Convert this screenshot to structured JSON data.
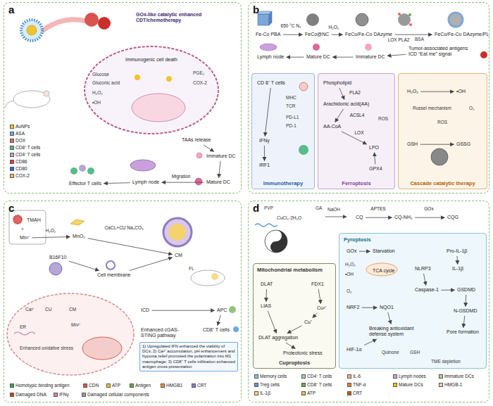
{
  "diagram": {
    "nodes": [
      {
        "text": [
          "a"
        ]
      },
      {
        "text": [
          "GOx-like catalytic enhanced CDT/chemotherapy"
        ],
        "in": 0
      },
      {
        "text": [
          "Immunogenic cell death"
        ],
        "in": 0
      },
      {
        "text": [
          "TAAs release"
        ],
        "in": 0
      },
      {
        "text": [
          "Immature DC"
        ],
        "in": 0
      },
      {
        "text": [
          "Mature DC"
        ],
        "in": 0
      },
      {
        "text": [
          "Lymph node"
        ],
        "in": 0
      },
      {
        "text": [
          "Effector T cells"
        ],
        "in": 0
      },
      {
        "text": [
          "b"
        ]
      },
      {
        "text": [
          "Fe-Co PBA"
        ],
        "in": 8
      },
      {
        "text": [
          "FeCo@NC"
        ],
        "in": 8
      },
      {
        "text": [
          "FeCo/Fe-Co DAzyme"
        ],
        "in": 8
      },
      {
        "text": [
          "FeCo/Fe-Co DAzyme/PL"
        ],
        "in": 8
      },
      {
        "text": [
          "Tumor-associated antigens",
          "ICD “Eat me” signal"
        ],
        "in": 8
      },
      {
        "text": [
          "Immature DC"
        ],
        "in": 8
      },
      {
        "text": [
          "Mature DC"
        ],
        "in": 8
      },
      {
        "text": [
          "Lymph node"
        ],
        "in": 8
      },
      {
        "text": [
          "Immunotherapy"
        ],
        "in": 8
      },
      {
        "text": [
          "CD 8⁺ T cells"
        ],
        "in": 17
      },
      {
        "text": [
          "IFNγ"
        ],
        "in": 17
      },
      {
        "text": [
          "IRF1"
        ],
        "in": 17
      },
      {
        "text": [
          "Ferroptosis"
        ],
        "in": 8
      },
      {
        "text": [
          "Phospholipid"
        ],
        "in": 21
      },
      {
        "text": [
          "Arachidonic acid(AA)"
        ],
        "in": 21
      },
      {
        "text": [
          "AA-CoA"
        ],
        "in": 21
      },
      {
        "text": [
          "LPO"
        ],
        "in": 21
      },
      {
        "text": [
          "GPX4"
        ],
        "in": 21
      },
      {
        "text": [
          "Cascade catalytic therapy"
        ],
        "in": 8
      },
      {
        "text": [
          "H₂O₂"
        ],
        "in": 27
      },
      {
        "text": [
          "•OH"
        ],
        "in": 27
      },
      {
        "text": [
          "GSH"
        ],
        "in": 27
      },
      {
        "text": [
          "GSSG"
        ],
        "in": 27
      },
      {
        "text": [
          "c"
        ]
      },
      {
        "text": [
          "TMAH"
        ],
        "in": 32
      },
      {
        "text": [
          "Mn²⁺"
        ],
        "in": 32
      },
      {
        "text": [
          "MnO₂"
        ],
        "in": 32
      },
      {
        "text": [
          "B16F10"
        ],
        "in": 32
      },
      {
        "text": [
          "Cell membrane"
        ],
        "in": 32
      },
      {
        "text": [
          "CM"
        ],
        "in": 32
      },
      {
        "text": [
          "ICD"
        ],
        "in": 32
      },
      {
        "text": [
          "APC"
        ],
        "in": 32
      },
      {
        "text": [
          "CD8⁺ T cells"
        ],
        "in": 32
      },
      {
        "text": [
          "1) Upregulated IFN enhanced the viability of DCs; 2) Ca²⁺ accumulation, pH enhancement and hypoxia relief promoted the polarization into M1 macrophage; 3) CD8⁺ T cells infiltration enhanced antigen cross-presentation"
        ],
        "in": 32
      },
      {
        "text": [
          "Enhanced cGAS-STING pathway"
        ],
        "in": 32
      },
      {
        "text": [
          "d"
        ]
      },
      {
        "text": [
          "CQ"
        ],
        "in": 44
      },
      {
        "text": [
          "CQ-NH₂"
        ],
        "in": 44
      },
      {
        "text": [
          "CQG"
        ],
        "in": 44
      },
      {
        "text": [
          "Mitochondrial metabolism",
          "Cuproptosis"
        ],
        "in": 44
      },
      {
        "text": [
          "DLAT"
        ],
        "in": 48
      },
      {
        "text": [
          "LIAS"
        ],
        "in": 48
      },
      {
        "text": [
          "FDX1"
        ],
        "in": 48
      },
      {
        "text": [
          "Cu²⁺"
        ],
        "in": 48
      },
      {
        "text": [
          "Cu⁺"
        ],
        "in": 48
      },
      {
        "text": [
          "DLAT aggregation"
        ],
        "in": 48
      },
      {
        "text": [
          "Proteotoxic stress"
        ],
        "in": 48
      },
      {
        "text": [
          "Pyroptosis"
        ],
        "in": 44
      },
      {
        "text": [
          "GOx"
        ],
        "in": 56
      },
      {
        "text": [
          "Starvation"
        ],
        "in": 56
      },
      {
        "text": [
          "TCA cycle"
        ],
        "in": 56
      },
      {
        "text": [
          "NLRP3"
        ],
        "in": 56
      },
      {
        "text": [
          "Caspase-1"
        ],
        "in": 56
      },
      {
        "text": [
          "Pro-IL-1β"
        ],
        "in": 56
      },
      {
        "text": [
          "IL-1β"
        ],
        "in": 56
      },
      {
        "text": [
          "GSDMD"
        ],
        "in": 56
      },
      {
        "text": [
          "N-GSDMD"
        ],
        "in": 56
      },
      {
        "text": [
          "Pore formation"
        ],
        "in": 56
      },
      {
        "text": [
          "NRF2"
        ],
        "in": 56
      },
      {
        "text": [
          "NQO1"
        ],
        "in": 56
      },
      {
        "text": [
          "Breaking antioxidant defense system"
        ],
        "in": 56
      },
      {
        "text": [
          "HIF-1α"
        ],
        "in": 56
      }
    ],
    "edges": [
      {
        "from": 3,
        "to": 4,
        "arrow": "to"
      },
      {
        "from": 4,
        "to": 5,
        "arrow": "to"
      },
      {
        "from": 5,
        "to": 6,
        "label": "Migration",
        "arrow": "to"
      },
      {
        "from": 6,
        "to": 7,
        "arrow": "to"
      },
      {
        "from": 9,
        "to": 10,
        "label": "650 °C N₂",
        "arrow": "to"
      },
      {
        "from": 10,
        "to": 11,
        "label": "H₂O₂",
        "arrow": "to"
      },
      {
        "from": 11,
        "to": 12,
        "label": "LOX PLA2",
        "arrow": "to"
      },
      {
        "from": 13,
        "to": 14,
        "arrow": "to"
      },
      {
        "from": 14,
        "to": 15,
        "arrow": "to"
      },
      {
        "from": 15,
        "to": 16,
        "arrow": "to"
      },
      {
        "from": 18,
        "to": 19,
        "arrow": "to"
      },
      {
        "from": 19,
        "to": 20,
        "arrow": "to"
      },
      {
        "from": 22,
        "to": 23,
        "label": "PLA2",
        "arrow": "to"
      },
      {
        "from": 23,
        "to": 24,
        "label": "ACSL4",
        "arrow": "to"
      },
      {
        "from": 24,
        "to": 25,
        "label": "LOX",
        "arrow": "to"
      },
      {
        "from": 26,
        "to": 25,
        "arrow": "to"
      },
      {
        "from": 28,
        "to": 29,
        "arrow": "to"
      },
      {
        "from": 30,
        "to": 31,
        "arrow": "to"
      },
      {
        "from": 34,
        "to": 35,
        "label": "H₂O₂",
        "arrow": "to"
      },
      {
        "from": 35,
        "to": 38,
        "label": "CaCl₂+CU Na₂CO₃",
        "arrow": "to"
      },
      {
        "from": 36,
        "to": 37,
        "arrow": "to"
      },
      {
        "from": 37,
        "to": 38,
        "arrow": "to"
      },
      {
        "from": 39,
        "to": 40,
        "arrow": "to"
      },
      {
        "from": 40,
        "to": 41,
        "arrow": "to"
      },
      {
        "from": 45,
        "to": 46,
        "label": "APTES",
        "arrow": "to"
      },
      {
        "from": 46,
        "to": 47,
        "label": "GOx",
        "arrow": "to"
      },
      {
        "from": 49,
        "to": 50,
        "arrow": "to"
      },
      {
        "from": 50,
        "to": 54,
        "arrow": "to"
      },
      {
        "from": 51,
        "to": 52,
        "arrow": "to"
      },
      {
        "from": 52,
        "to": 53,
        "arrow": "to"
      },
      {
        "from": 53,
        "to": 54,
        "arrow": "to"
      },
      {
        "from": 54,
        "to": 55,
        "arrow": "to"
      },
      {
        "from": 57,
        "to": 58,
        "arrow": "to"
      },
      {
        "from": 60,
        "to": 61,
        "arrow": "to"
      },
      {
        "from": 61,
        "to": 64,
        "arrow": "to"
      },
      {
        "from": 64,
        "to": 65,
        "arrow": "to"
      },
      {
        "from": 65,
        "to": 66,
        "arrow": "to"
      },
      {
        "from": 62,
        "to": 63,
        "arrow": "to"
      },
      {
        "from": 67,
        "to": 68,
        "arrow": "to"
      },
      {
        "from": 68,
        "to": 69,
        "arrow": "to"
      },
      {
        "from": 70,
        "to": 69,
        "arrow": "to"
      }
    ],
    "labels": [
      "Glucose",
      "Gluconic acid",
      "H₂O₂",
      "•OH",
      "PGE₂",
      "COX-2",
      "BSA",
      "MHC",
      "TCR",
      "PD-L1",
      "PD-1",
      "ROS",
      "Russel mechanism",
      "O₂",
      "ROS",
      "+",
      "Ca²⁺",
      "CU",
      "CM",
      "ER",
      "Mn²⁺",
      "Enhanced oxidative stress",
      "FL",
      "PVP",
      "GA",
      "CuCl₂·2H₂O",
      "NaOH",
      "H₂O₂",
      "•OH",
      "O₂",
      "Quinone",
      "GSH",
      "TME depletion"
    ],
    "legend": [
      {
        "text": "AuNPs",
        "color": "#f2c230"
      },
      {
        "text": "ASA",
        "color": "#6fa8dc"
      },
      {
        "text": "DOX",
        "color": "#e06666"
      },
      {
        "text": "CD8⁺ T cells",
        "color": "#57bb8a"
      },
      {
        "text": "CD4⁺ T cells",
        "color": "#b4a7d6"
      },
      {
        "text": "CD86",
        "color": "#e53935"
      },
      {
        "text": "CD80",
        "color": "#3d5afe"
      },
      {
        "text": "COX-2",
        "color": "#f6b26b"
      },
      {
        "text": "Homotypic binding antigen",
        "color": "#38a169"
      },
      {
        "text": "CDN",
        "color": "#d9534f"
      },
      {
        "text": "ATP",
        "color": "#f1c232"
      },
      {
        "text": "Antigen",
        "color": "#6aa84f"
      },
      {
        "text": "HMGB1",
        "color": "#e69138"
      },
      {
        "text": "CRT",
        "color": "#8e7cc3"
      },
      {
        "text": "Damaged DNA",
        "color": "#cc4125"
      },
      {
        "text": "IFNγ",
        "color": "#e27fb1"
      },
      {
        "text": "Damaged cellular components",
        "color": "#999999"
      },
      {
        "text": "Memory cells",
        "color": "#7ec8e3"
      },
      {
        "text": "CD4⁺ T cells",
        "color": "#9fd5a1"
      },
      {
        "text": "IL-6",
        "color": "#f4b183"
      },
      {
        "text": "Lymph nodes",
        "color": "#c9a0dc"
      },
      {
        "text": "Immature DCs",
        "color": "#a9d18e"
      },
      {
        "text": "Treg cells",
        "color": "#5b9bd5"
      },
      {
        "text": "CD8⁺ T cells",
        "color": "#70ad47"
      },
      {
        "text": "TNF-α",
        "color": "#ed7d31"
      },
      {
        "text": "Mature DCs",
        "color": "#ffc000"
      },
      {
        "text": "HMGB-1",
        "color": "#f8cbad"
      },
      {
        "text": "IL-1β",
        "color": "#ffd966"
      },
      {
        "text": "ATP",
        "color": "#e2c044"
      },
      {
        "text": "CRT",
        "color": "#c55a11"
      }
    ]
  }
}
